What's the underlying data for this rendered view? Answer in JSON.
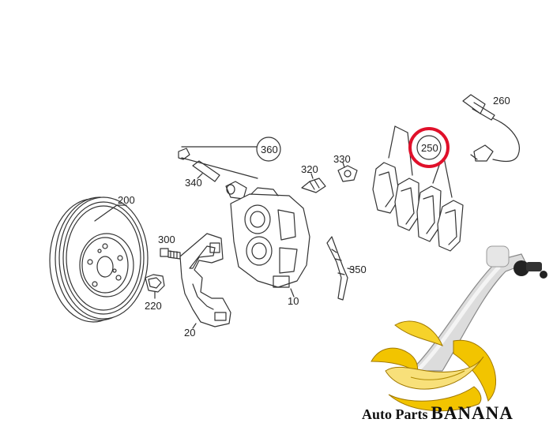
{
  "parts": {
    "p10": "10",
    "p20": "20",
    "p200": "200",
    "p220": "220",
    "p250": "250",
    "p260": "260",
    "p300": "300",
    "p320": "320",
    "p330": "330",
    "p340": "340",
    "p350": "350",
    "p360": "360"
  },
  "highlight": {
    "part": "250",
    "color": "#e0102a"
  },
  "brand": {
    "prefix": "Auto Parts",
    "name": "BANANA",
    "accent": "#f2c400"
  }
}
